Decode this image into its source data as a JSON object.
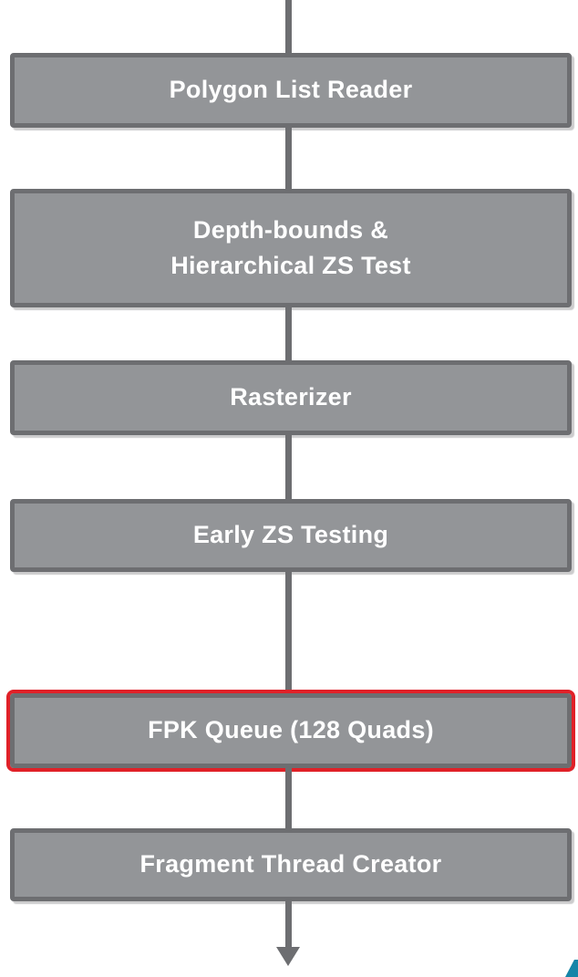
{
  "diagram": {
    "boxes": [
      {
        "label": "Polygon List Reader",
        "highlighted": false
      },
      {
        "label": "Depth-bounds &\nHierarchical ZS Test",
        "highlighted": false
      },
      {
        "label": "Rasterizer",
        "highlighted": false
      },
      {
        "label": "Early ZS Testing",
        "highlighted": false
      },
      {
        "label": "FPK Queue (128 Quads)",
        "highlighted": true
      },
      {
        "label": "Fragment Thread Creator",
        "highlighted": false
      }
    ],
    "colors": {
      "background": "#ffffff",
      "box_fill": "#939598",
      "box_border": "#6d6e71",
      "box_text": "#ffffff",
      "arrow": "#6d6e71",
      "highlight_border": "#e02128",
      "corner_accent": "#1585a8"
    }
  }
}
